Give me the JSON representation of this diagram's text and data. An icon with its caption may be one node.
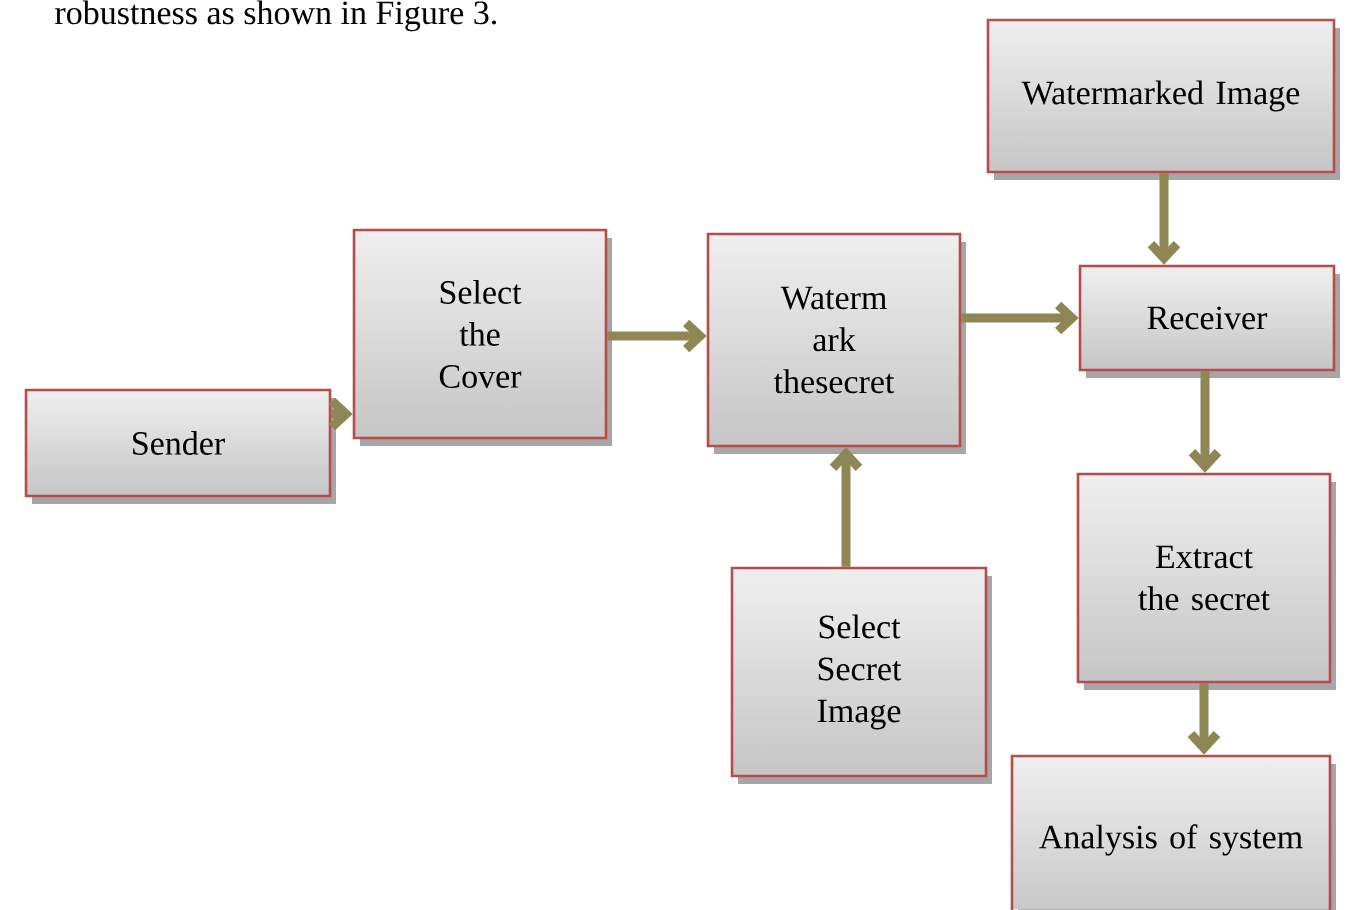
{
  "diagram": {
    "nodes": [
      {
        "text": [
          "Sender"
        ]
      },
      {
        "text": [
          "Select the Cover"
        ]
      },
      {
        "text": [
          "Waterm ark thesecret"
        ]
      },
      {
        "text": [
          "Receiver"
        ]
      },
      {
        "text": [
          "Watermarked Image"
        ]
      },
      {
        "text": [
          "Select Secret Image"
        ]
      },
      {
        "text": [
          "Extract the secret"
        ]
      },
      {
        "text": [
          "Analysis of system"
        ]
      }
    ],
    "edges": [
      {
        "from": 0,
        "to": 1,
        "arrow": "to"
      },
      {
        "from": 1,
        "to": 2,
        "arrow": "to"
      },
      {
        "from": 2,
        "to": 3,
        "arrow": "to"
      },
      {
        "from": 4,
        "to": 3,
        "arrow": "to"
      },
      {
        "from": 5,
        "to": 2,
        "arrow": "to"
      },
      {
        "from": 3,
        "to": 6,
        "arrow": "to"
      },
      {
        "from": 6,
        "to": 7,
        "arrow": "to"
      }
    ],
    "labels": [
      "robustness as shown in Figure 3."
    ]
  }
}
